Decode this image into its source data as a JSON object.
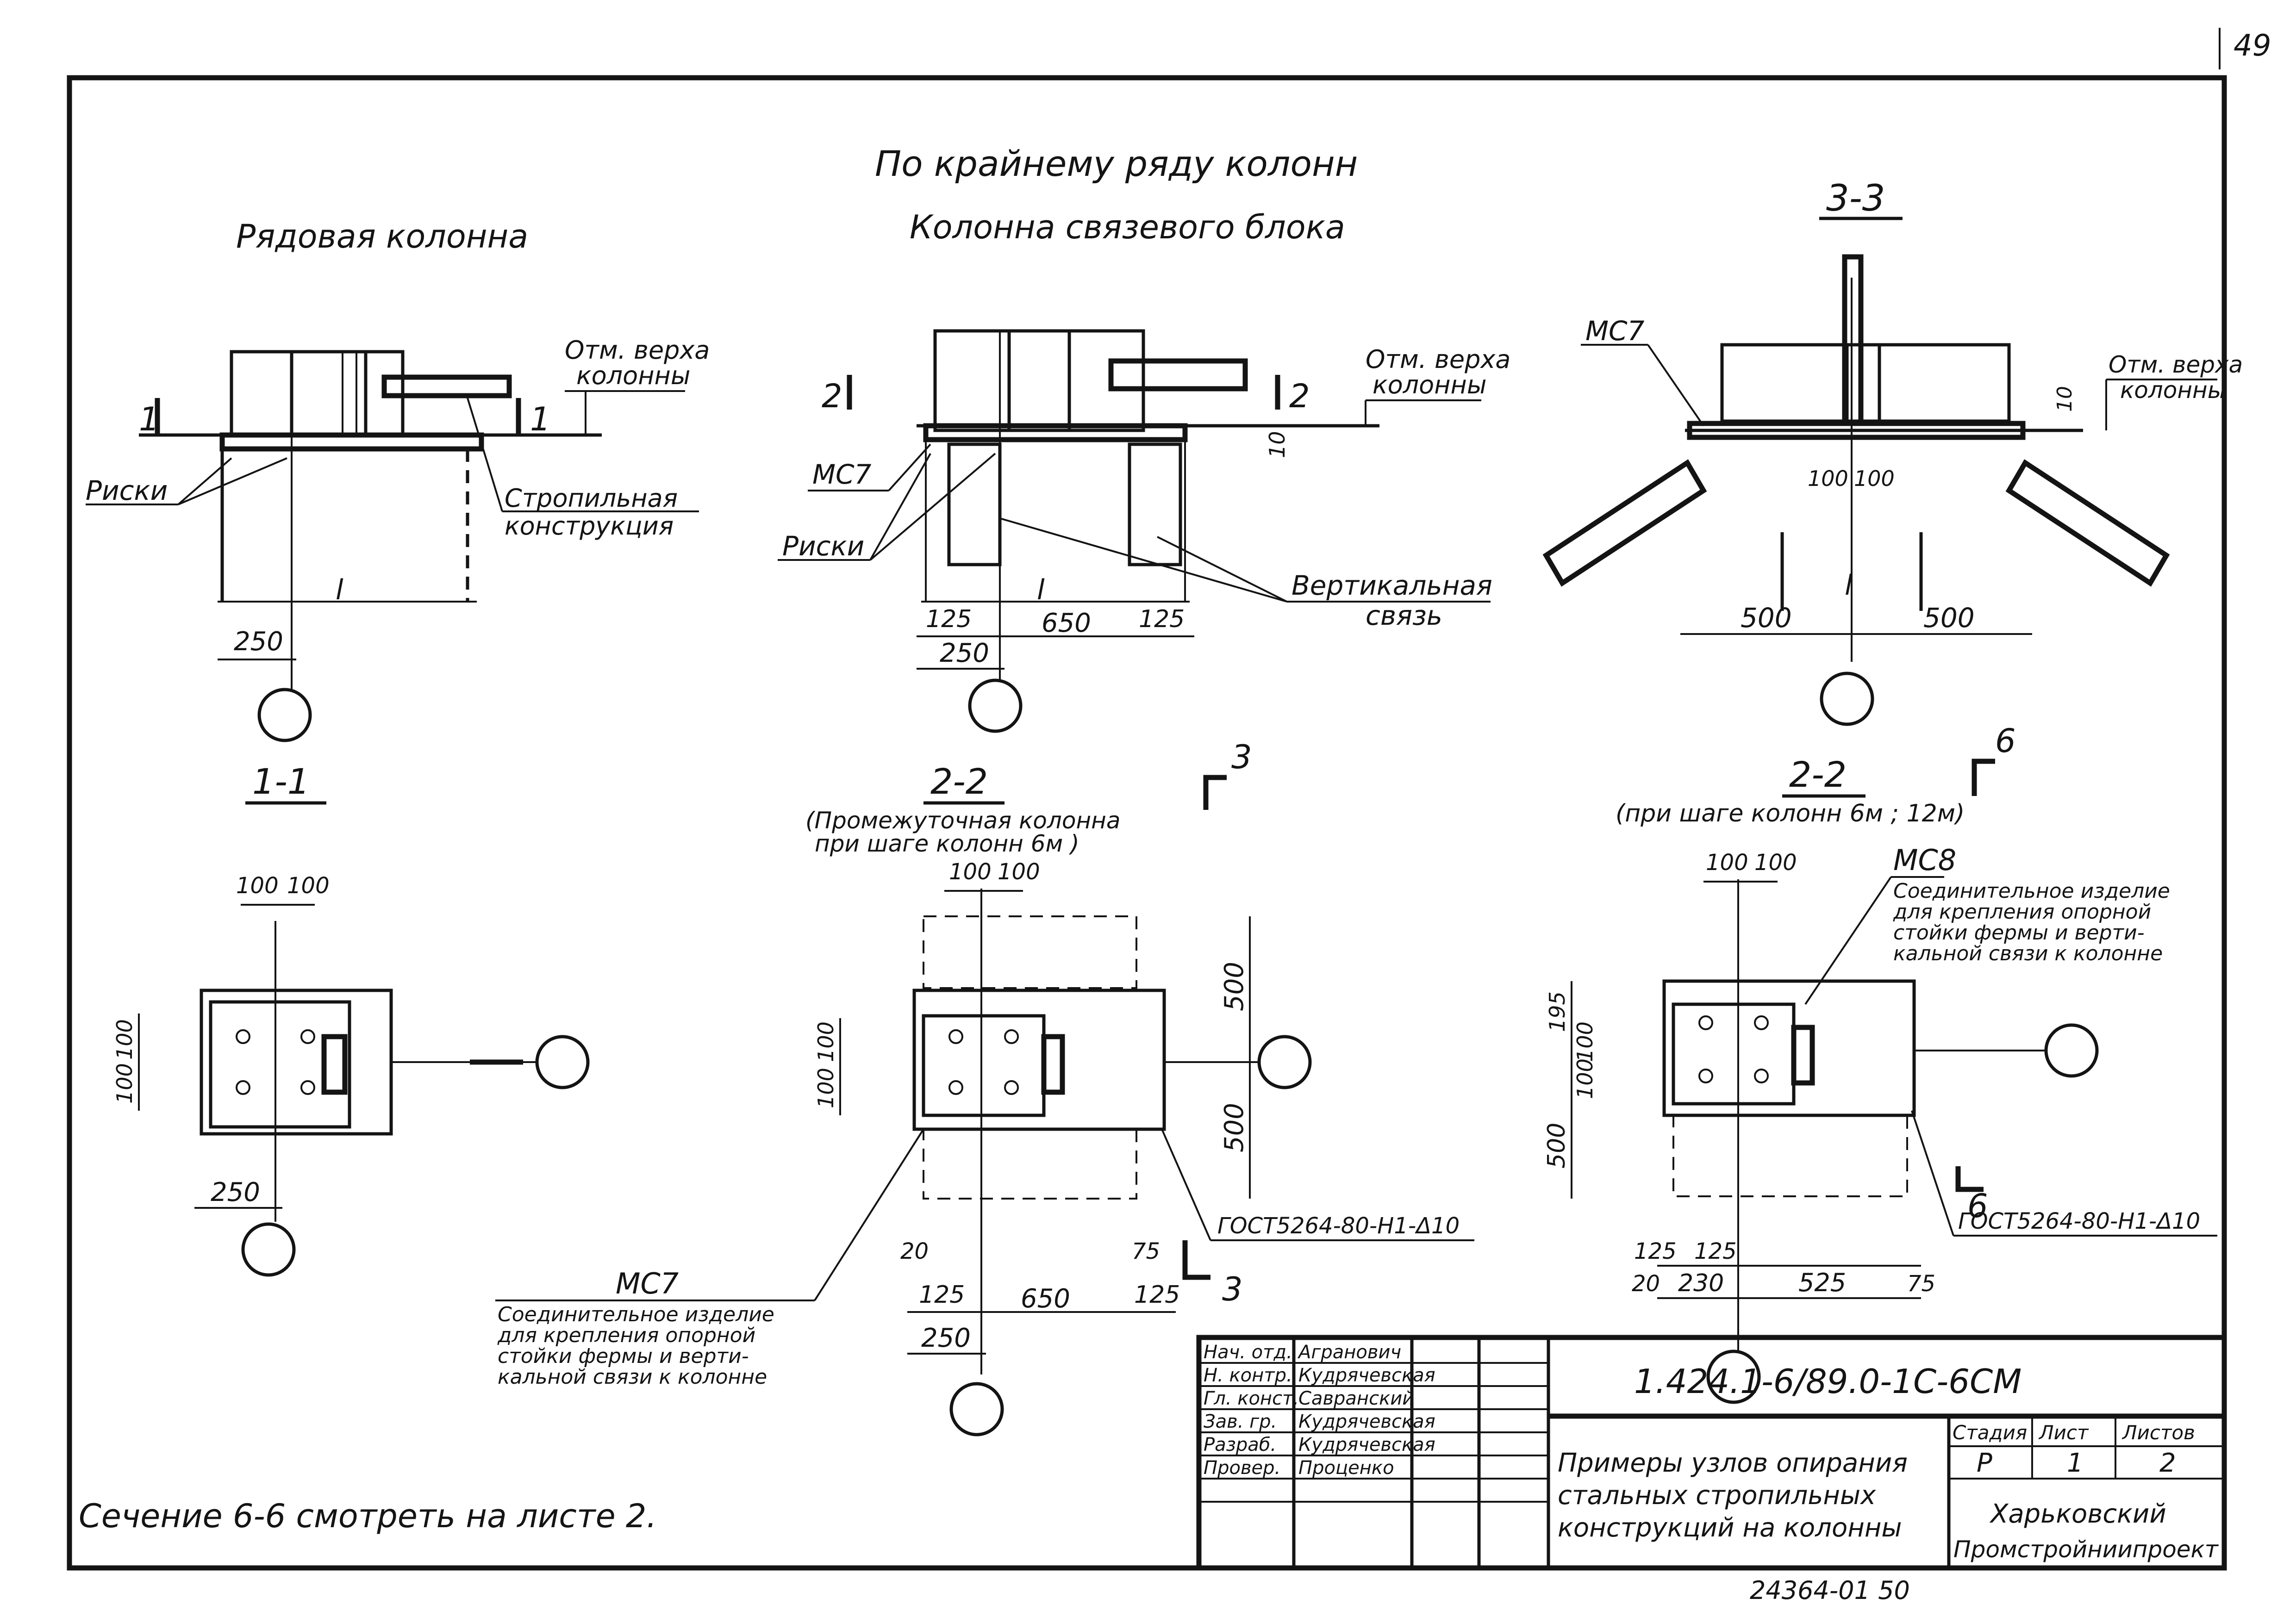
{
  "sheet_number": "49",
  "heading": "По крайнему ряду колонн",
  "views": {
    "ordinary_column": "Рядовая колонна",
    "bracing_column": "Колонна связевого блока",
    "section_3_3": "3-3"
  },
  "labels": {
    "top_mark": "Отм. верха колонны",
    "top_mark_line1": "Отм. верха",
    "top_mark_line2": "колонны",
    "marks": "Риски",
    "rafter_line1": "Стропильная",
    "rafter_line2": "конструкция",
    "mc7": "МС7",
    "mc8": "МС8",
    "vertical_brace_line1": "Вертикальная",
    "vertical_brace_line2": "связь",
    "l": "l",
    "cut_1": "1",
    "cut_2": "2",
    "cut_3": "3",
    "cut_6": "6"
  },
  "sections": {
    "s1_1": "1-1",
    "s2_2_a": "2-2",
    "s2_2_a_note_line1": "(Промежуточная колонна",
    "s2_2_a_note_line2": "при шаге колонн 6м )",
    "s2_2_b": "2-2",
    "s2_2_b_note": "(при шаге колонн 6м ; 12м)"
  },
  "notes": {
    "mc7_desc": [
      "Соединительное изделие",
      "для крепления опорной",
      "стойки фермы и верти-",
      "кальной связи к колонне"
    ],
    "mc8_desc": [
      "Соединительное изделие",
      "для крепления опорной",
      "стойки фермы и верти-",
      "кальной связи к колонне"
    ],
    "weld": "ГОСТ5264-80-Н1-Δ10",
    "section_note": "Сечение 6-6 смотреть на листе 2."
  },
  "dims": {
    "d250": "250",
    "d125": "125",
    "d650": "650",
    "d500": "500",
    "d100": "100",
    "d10": "10",
    "d195": "195",
    "d20": "20",
    "d230": "230",
    "d525": "525",
    "d75": "75"
  },
  "title_block": {
    "code": "1.424.1-6/89.0-1С-6СМ",
    "staff": [
      {
        "role": "Нач. отд.",
        "name": "Агранович"
      },
      {
        "role": "Н. контр.",
        "name": "Кудрячевская"
      },
      {
        "role": "Гл. конст.",
        "name": "Савранский"
      },
      {
        "role": "Зав. гр.",
        "name": "Кудрячевская"
      },
      {
        "role": "Разраб.",
        "name": "Кудрячевская"
      },
      {
        "role": "Провер.",
        "name": "Проценко"
      }
    ],
    "title_line1": "Примеры узлов опирания",
    "title_line2": "стальных стропильных",
    "title_line3": "конструкций на колонны",
    "stage_label": "Стадия",
    "sheet_label": "Лист",
    "sheets_label": "Листов",
    "stage": "Р",
    "sheet": "1",
    "sheets": "2",
    "org_line1": "Харьковский",
    "org_line2": "Промстройниипроект"
  },
  "archive_number": "24364-01 50"
}
